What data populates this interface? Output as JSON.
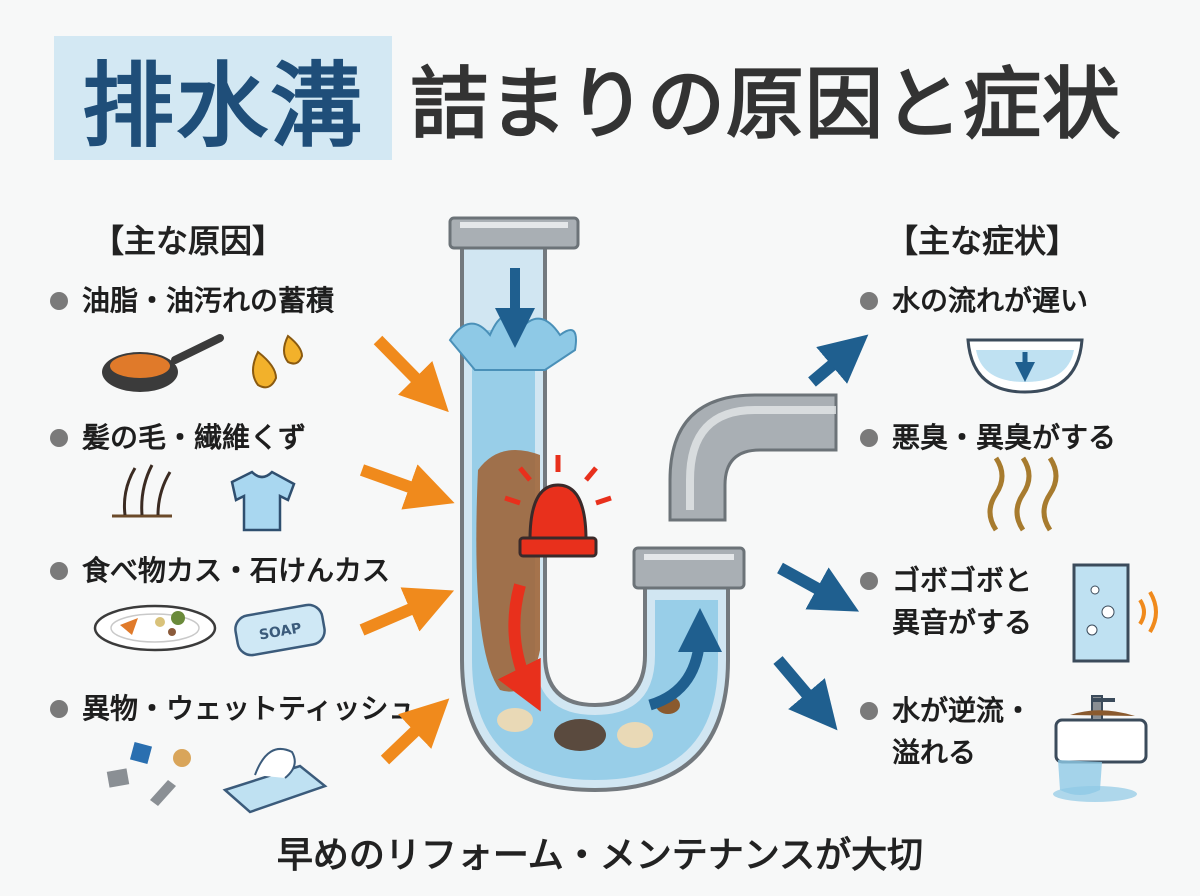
{
  "title": {
    "main": "排水溝",
    "sub": "詰まりの原因と症状"
  },
  "causes": {
    "heading": "【主な原因】",
    "items": [
      {
        "label": "油脂・油汚れの蓄積",
        "icon": "frying-pan-oil-icon"
      },
      {
        "label": "髪の毛・繊維くず",
        "icon": "hair-shirt-icon"
      },
      {
        "label": "食べ物カス・石けんカス",
        "icon": "plate-soap-icon"
      },
      {
        "label": "異物・ウェットティッシュ",
        "icon": "debris-wipes-icon"
      }
    ]
  },
  "symptoms": {
    "heading": "【主な症状】",
    "items": [
      {
        "label": "水の流れが遅い",
        "icon": "slow-drain-sink-icon"
      },
      {
        "label": "悪臭・異臭がする",
        "icon": "odor-icon"
      },
      {
        "label_lines": [
          "ゴボゴボと",
          "異音がする"
        ],
        "icon": "gurgling-pipe-icon"
      },
      {
        "label_lines": [
          "水が逆流・",
          "溢れる"
        ],
        "icon": "overflowing-sink-icon"
      }
    ]
  },
  "soap_text": "SOAP",
  "footer": "早めのリフォーム・メンテナンスが大切",
  "colors": {
    "title_box": "#d3e8f3",
    "title_text": "#1f4e79",
    "cause_arrow": "#f08a1c",
    "symptom_arrow": "#1f5f8f",
    "pipe": "#9aa1a6",
    "water": "#8ec9e6",
    "alarm": "#e8301c"
  }
}
